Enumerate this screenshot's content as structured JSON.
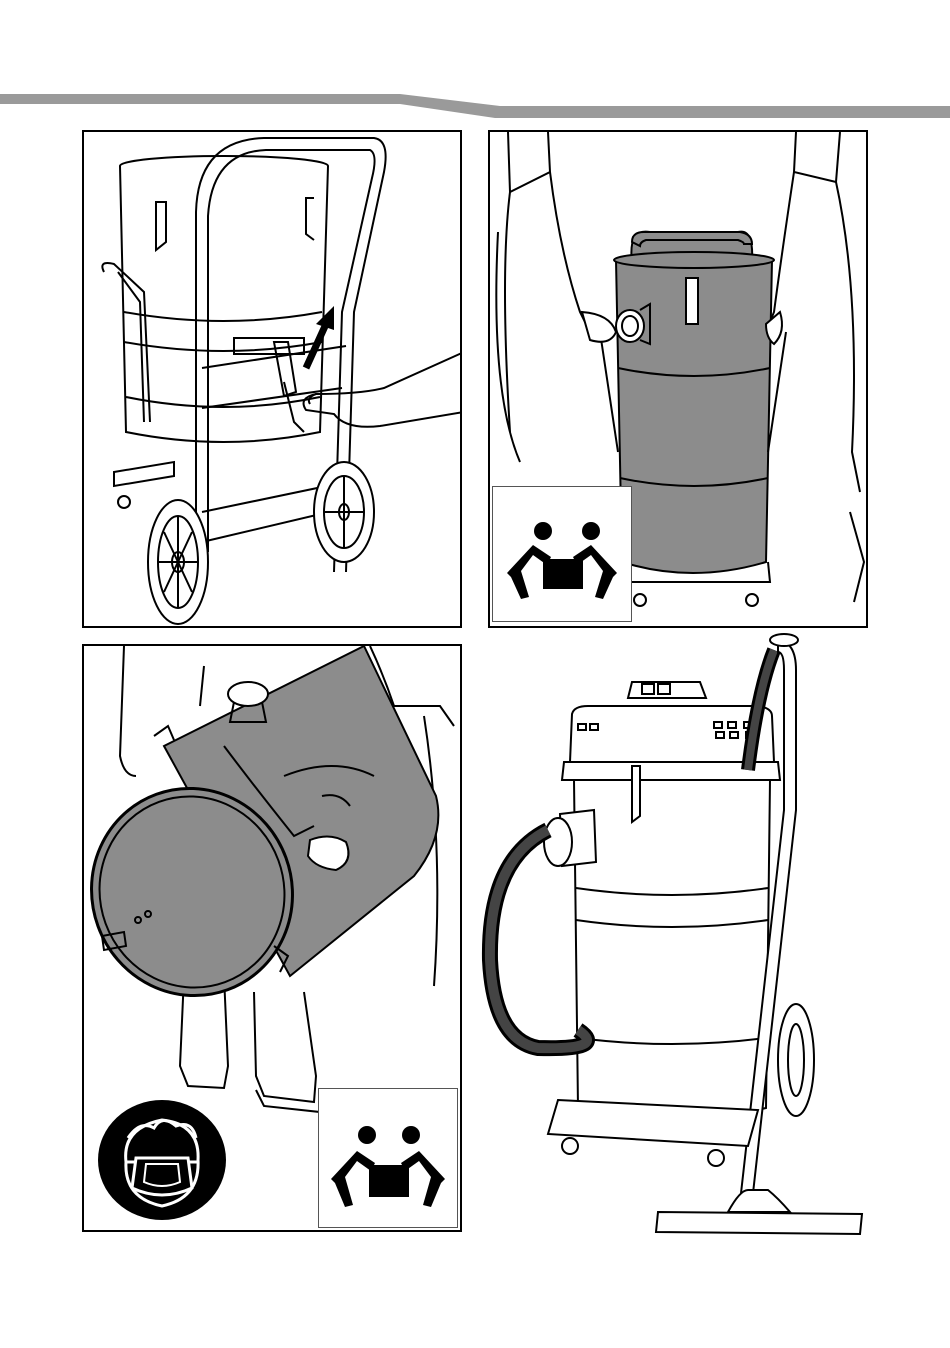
{
  "page": {
    "header_band_color": "#9a9a9a",
    "drum_fill_color": "#8c8c8c",
    "line_color": "#000000"
  },
  "panels": [
    {
      "id": "panel-unlock-container",
      "icons": [
        "arrow-up-icon"
      ]
    },
    {
      "id": "panel-two-person-carry",
      "icons": [
        "two-person-lift-icon"
      ]
    },
    {
      "id": "panel-empty-container",
      "icons": [
        "dust-mask-icon",
        "two-person-lift-icon"
      ]
    },
    {
      "id": "panel-assembled-vacuum",
      "icons": []
    }
  ]
}
